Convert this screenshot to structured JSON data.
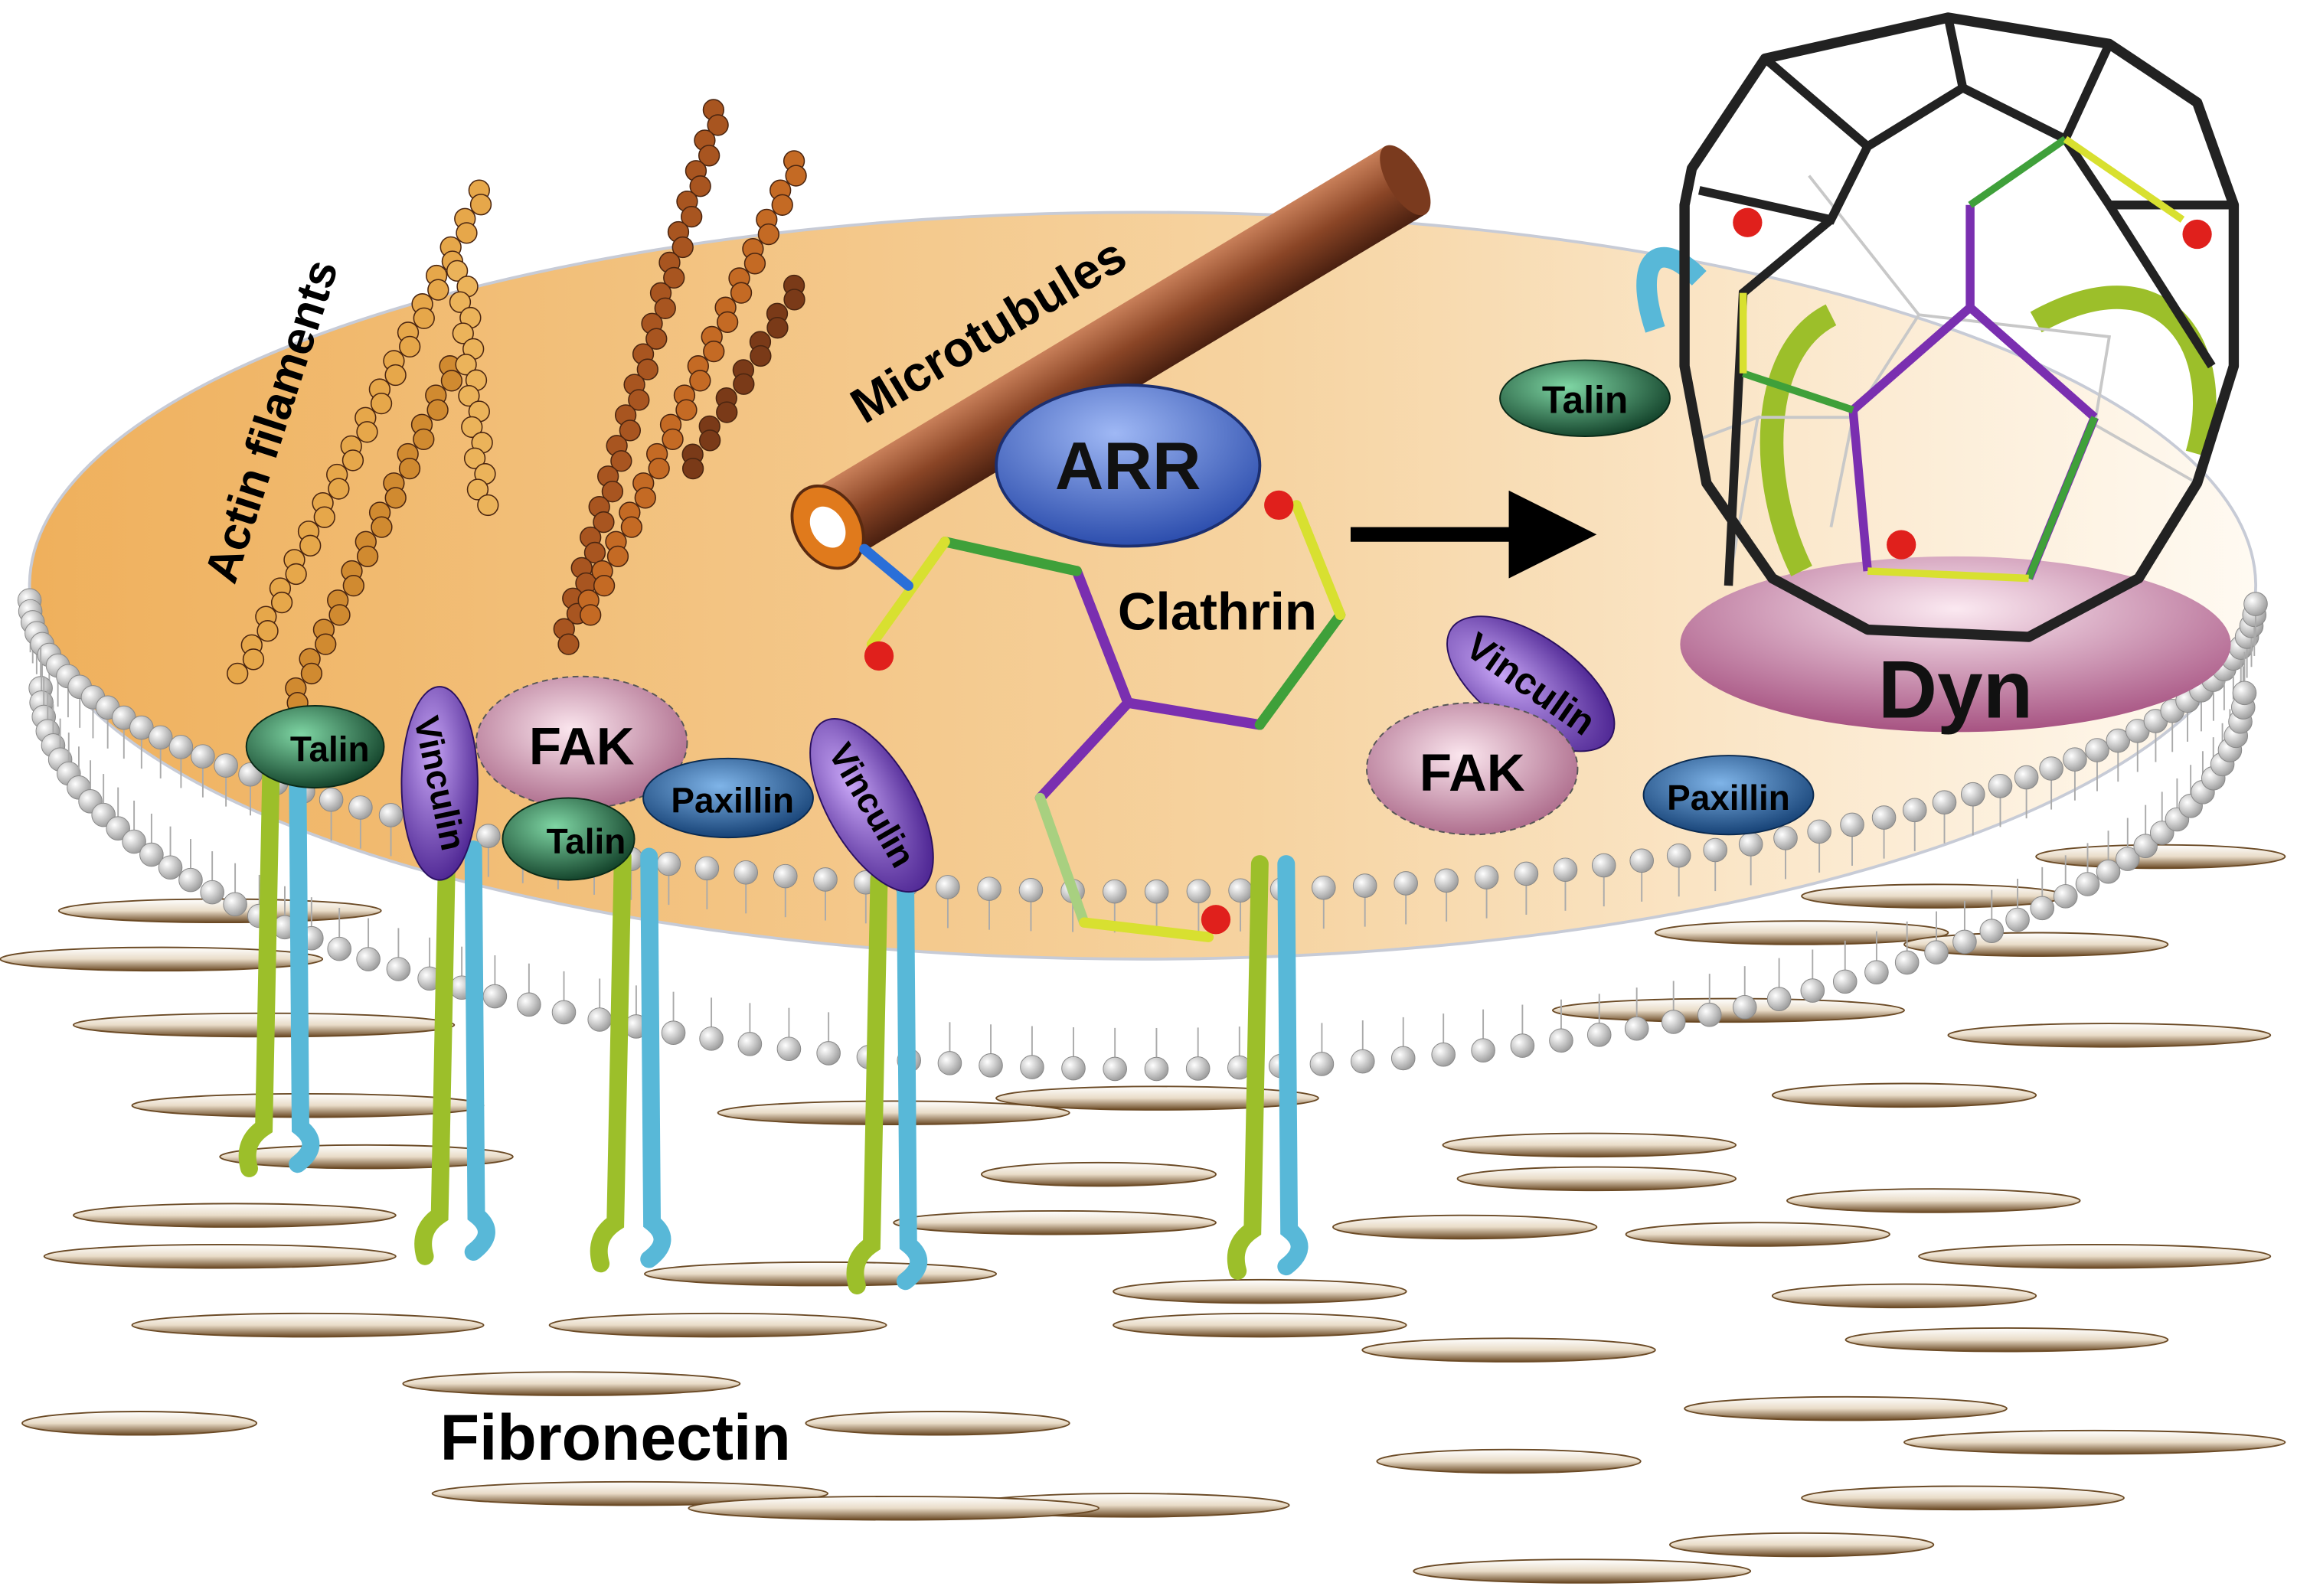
{
  "labels": {
    "actin": "Actin filaments",
    "microtubules": "Microtubules",
    "arr": "ARR",
    "clathrin": "Clathrin",
    "dyn": "Dyn",
    "fibronectin": "Fibronectin"
  },
  "proteins": {
    "talin": "Talin",
    "vinculin": "Vinculin",
    "fak": "FAK",
    "paxillin": "Paxillin"
  },
  "colors": {
    "cell_left": "#f0b060",
    "cell_right": "#fdf4e6",
    "talin": "#1f6b45",
    "vinculin": "#6a3fb0",
    "fak": "#c98aa6",
    "paxillin": "#1e5a96",
    "arr": "#3f66c9",
    "dyn": "#b86a93",
    "microtubule": "#8a4a2a",
    "integrin_green": "#9cbf2a",
    "integrin_blue": "#58b8d8"
  }
}
